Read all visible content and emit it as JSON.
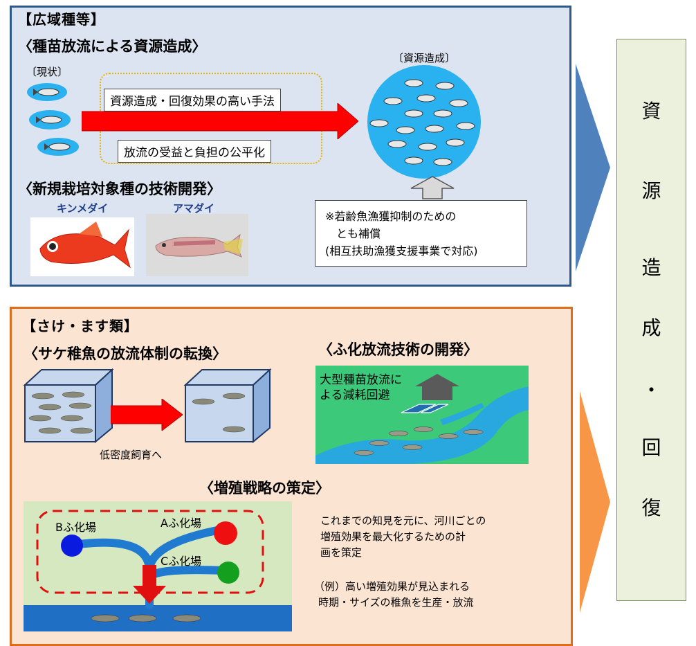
{
  "top_panel": {
    "category": "【広域種等】",
    "section1_title": "〈種苗放流による資源造成〉",
    "current_label": "〔現状〕",
    "method_label": "資源造成・回復効果の高い手法",
    "benefit_label": "放流の受益と負担の公平化",
    "result_label": "〔資源造成〕",
    "section2_title": "〈新規栽培対象種の技術開発〉",
    "species": [
      "キンメダイ",
      "アマダイ"
    ],
    "note": [
      "※若齢魚漁獲抑制のための",
      "　とも補償",
      "(相互扶助漁獲支援事業で対応)"
    ]
  },
  "bottom_panel": {
    "category": "【さけ・ます類】",
    "section1_title": "〈サケ稚魚の放流体制の転換〉",
    "low_density_label": "低密度飼育へ",
    "section2_title": "〈ふ化放流技術の開発〉",
    "river_caption": [
      "大型種苗放流に",
      "よる減耗回避"
    ],
    "section3_title": "〈増殖戦略の策定〉",
    "hatcheries": [
      "Bふ化場",
      "Aふ化場",
      "Cふ化場"
    ],
    "strategy_text": [
      "これまでの知見を元に、河川ごとの",
      "増殖効果を最大化するための計",
      "画を策定"
    ],
    "example_text": [
      "（例）高い増殖効果が見込まれる",
      "時期・サイズの稚魚を生産・放流"
    ]
  },
  "right_panel": {
    "chars": [
      "資",
      "源",
      "造",
      "成",
      "・",
      "回",
      "復"
    ]
  },
  "colors": {
    "top_panel_bg": "#dbe4f0",
    "top_panel_border": "#2e5a8c",
    "bottom_panel_bg": "#fce4d2",
    "bottom_panel_border": "#e06d1c",
    "arrow_red": "#ff0000",
    "blue_chevron": "#4f81bd",
    "orange_chevron": "#f79646",
    "right_panel_bg": "#ebf1dd"
  }
}
